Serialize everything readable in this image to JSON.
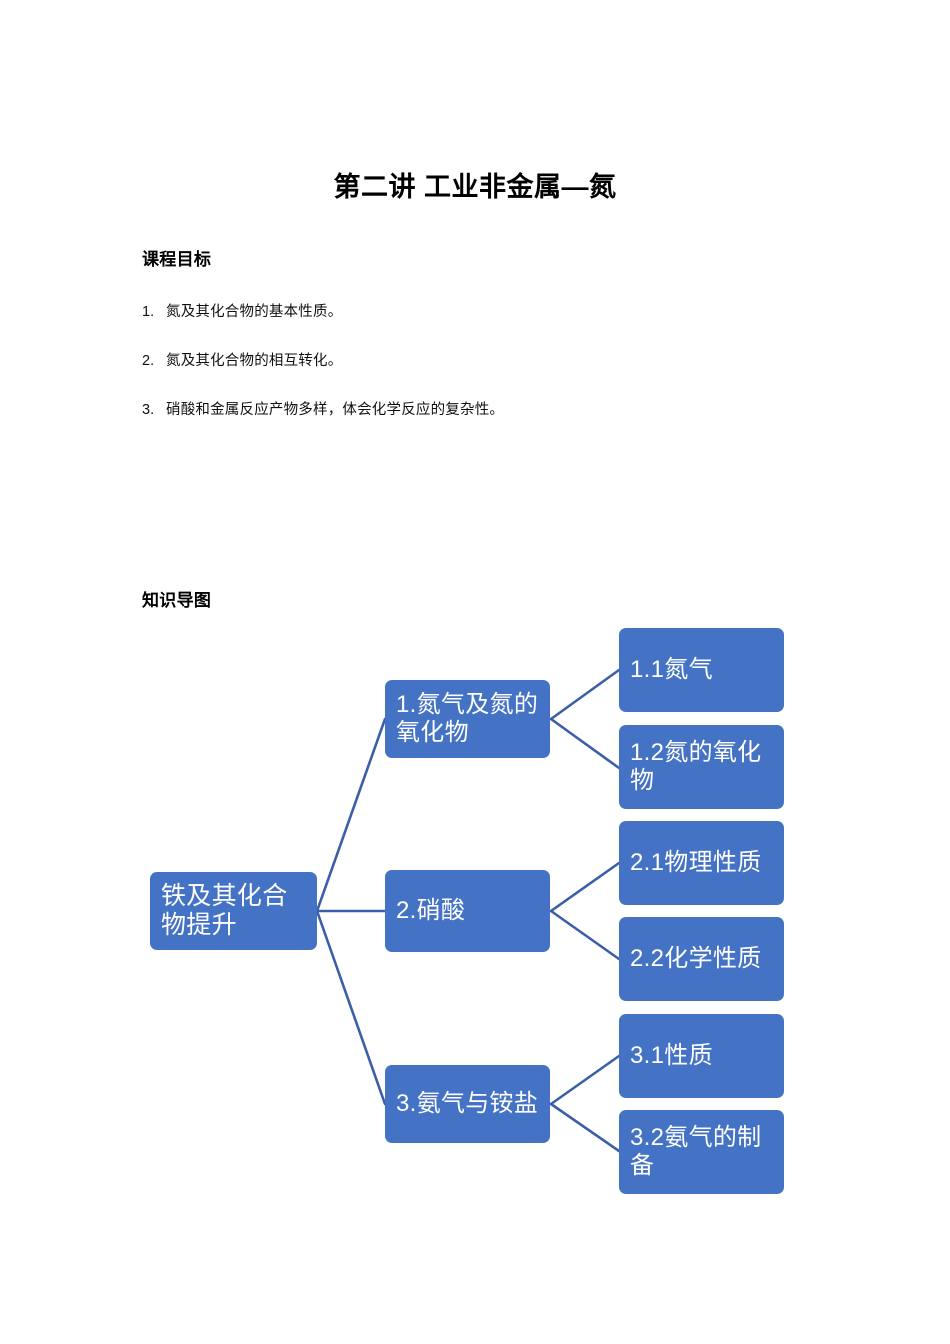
{
  "document": {
    "title": "第二讲 工业非金属—氮",
    "sections": {
      "goals_heading": "课程目标",
      "map_heading": "知识导图"
    },
    "goals": [
      {
        "num": "1.",
        "text": "氮及其化合物的基本性质。"
      },
      {
        "num": "2.",
        "text": "氮及其化合物的相互转化。"
      },
      {
        "num": "3.",
        "text": "硝酸和金属反应产物多样，体会化学反应的复杂性。"
      }
    ]
  },
  "mindmap": {
    "node_fill": "#4472C4",
    "connector_color": "#3A5FA8",
    "text_color": "#FFFFFF",
    "root": {
      "label": "铁及其化合物提升"
    },
    "branches": [
      {
        "label": "1.氮气及氮的氧化物",
        "children": [
          {
            "label": "1.1氮气"
          },
          {
            "label": "1.2氮的氧化物"
          }
        ]
      },
      {
        "label": "2.硝酸",
        "children": [
          {
            "label": "2.1物理性质"
          },
          {
            "label": "2.2化学性质"
          }
        ]
      },
      {
        "label": "3.氨气与铵盐",
        "children": [
          {
            "label": "3.1性质"
          },
          {
            "label": "3.2氨气的制备"
          }
        ]
      }
    ]
  }
}
